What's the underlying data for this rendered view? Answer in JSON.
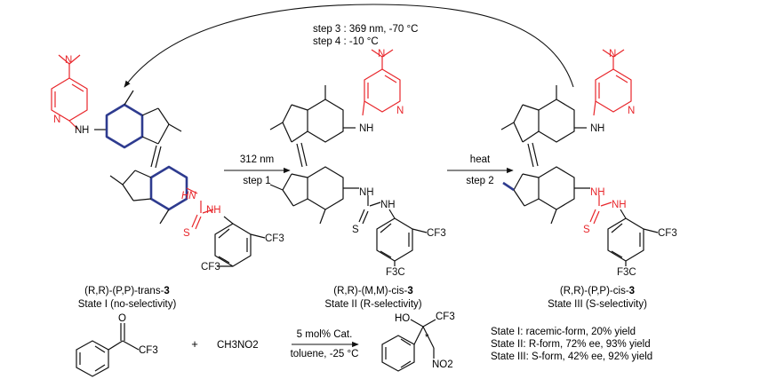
{
  "top_arrow": {
    "line1": "step 3 : 369 nm, -70 °C",
    "line2": "step 4 : -10 °C"
  },
  "arrow_step1": {
    "above": "312 nm",
    "below": "step 1"
  },
  "arrow_step2": {
    "above": "heat",
    "below": "step 2"
  },
  "states": [
    {
      "compound_prefix": "(R,R)-(P,P)-trans-",
      "compound_num": "3",
      "state_line": "State I (no-selectivity)"
    },
    {
      "compound_prefix": "(R,R)-(M,M)-cis-",
      "compound_num": "3",
      "state_line": "State II (R-selectivity)"
    },
    {
      "compound_prefix": "(R,R)-(P,P)-cis-",
      "compound_num": "3",
      "state_line": "State III (S-selectivity)"
    }
  ],
  "atom_labels": {
    "N": "N",
    "NH": "NH",
    "HN": "HN",
    "S": "S",
    "CF3": "CF3",
    "F3C": "F3C",
    "O": "O",
    "HO": "HO",
    "NO2": "NO2",
    "star": "*"
  },
  "reaction": {
    "plus": "+",
    "nitromethane": "CH3NO2",
    "conditions_above": "5 mol% Cat.",
    "conditions_below": "toluene, -25 °C"
  },
  "results": [
    "State I: racemic-form, 20% yield",
    "State II: R-form, 72% ee, 93% yield",
    "State III: S-form, 42% ee, 92% yield"
  ],
  "colors": {
    "dmap": "#e8262b",
    "thiourea": "#e8262b",
    "highlight": "#2e3b8f",
    "bond": "#111111"
  }
}
